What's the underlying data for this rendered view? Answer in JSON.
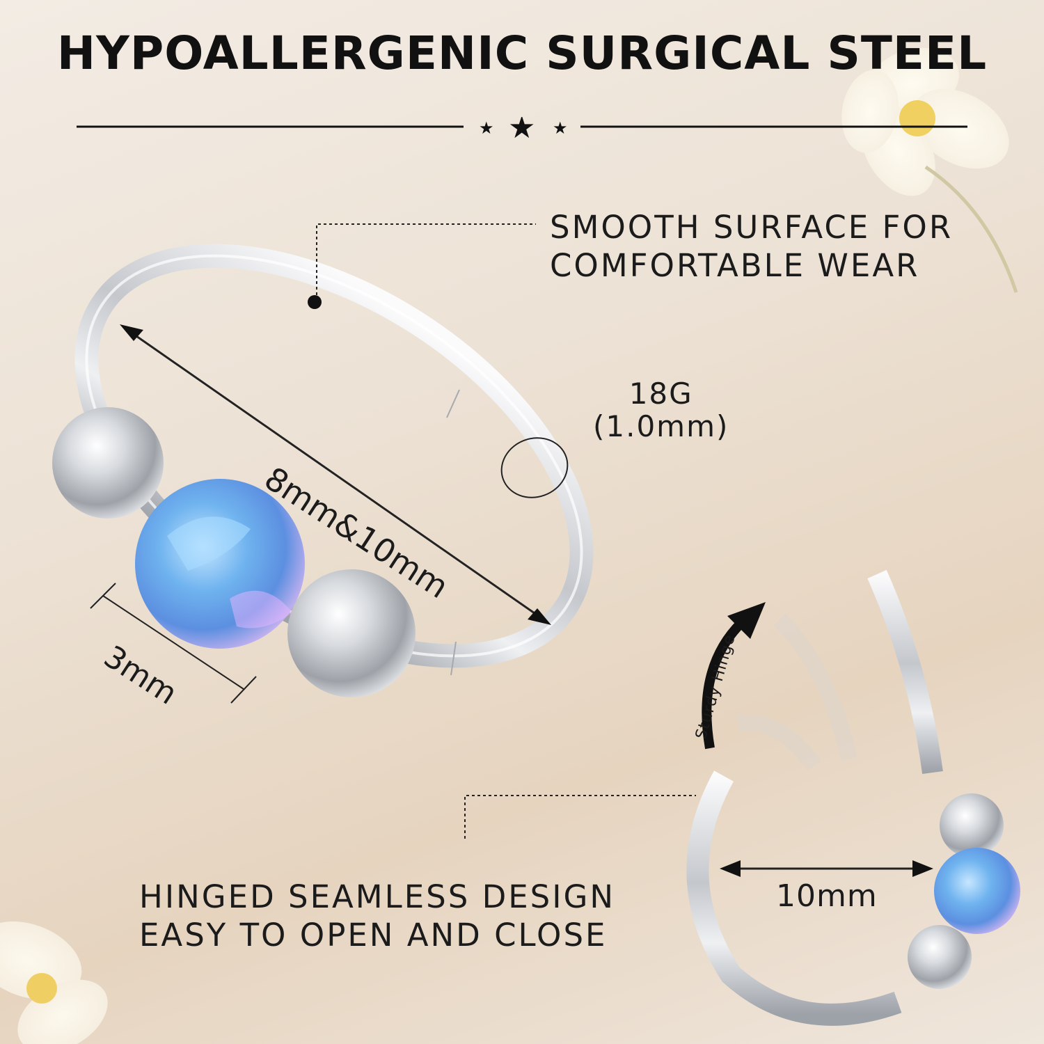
{
  "title": "HYPOALLERGENIC SURGICAL STEEL",
  "callouts": {
    "smooth": [
      "SMOOTH SURFACE FOR",
      "COMFORTABLE WEAR"
    ],
    "hinged": [
      "HINGED SEAMLESS DESIGN",
      "EASY TO OPEN AND CLOSE"
    ]
  },
  "dimensions": {
    "gauge": "18G",
    "gauge_mm": "(1.0mm)",
    "diameter": "8mm&10mm",
    "bead": "3mm",
    "inner": "10mm",
    "hinge_label": "Sturdy Hinge"
  },
  "icons": [
    "star-icon",
    "arrow-icon",
    "flower-icon"
  ],
  "colors": {
    "background": "#ece1d4",
    "text": "#111111",
    "steel": "#c9ccd1",
    "opal": "#7fb4f0"
  }
}
